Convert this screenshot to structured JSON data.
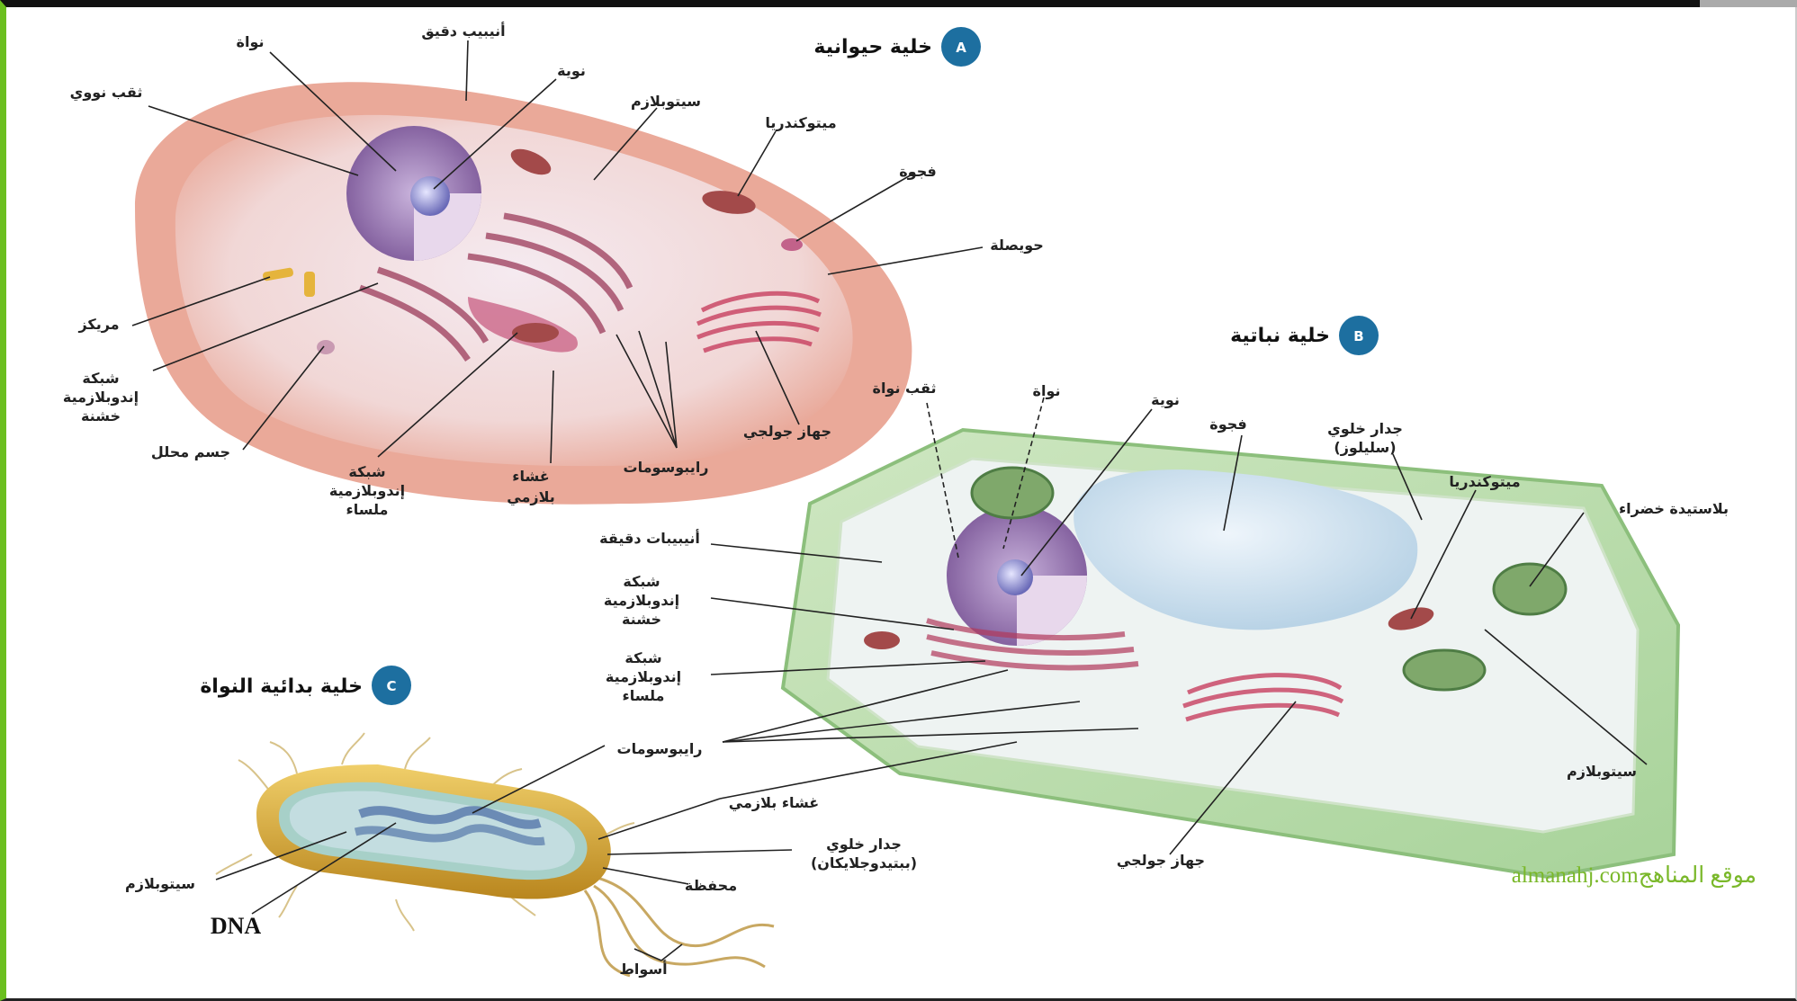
{
  "animal": {
    "badge": "A",
    "title": "خلية حيوانية",
    "labels": {
      "nucleus": "نواة",
      "microtubule": "أنيبيب دقيق",
      "nucleolus": "نوية",
      "nuclear_pore": "ثقب نووي",
      "cytoplasm": "سيتوبلازم",
      "mitochondria": "ميتوكندريا",
      "vacuole": "فجوة",
      "vesicle": "حويصلة",
      "centriole": "مريكز",
      "rough_er_1": "شبكة",
      "rough_er_2": "إندوبلازمية",
      "rough_er_3": "خشنة",
      "lysosome": "جسم محلل",
      "smooth_er_1": "شبكة",
      "smooth_er_2": "إندوبلازمية",
      "smooth_er_3": "ملساء",
      "membrane_1": "غشاء",
      "membrane_2": "بلازمي",
      "ribosomes": "رايبوسومات",
      "golgi": "جهاز جولجي"
    }
  },
  "plant": {
    "badge": "B",
    "title": "خلية نباتية",
    "labels": {
      "nuclear_pore": "ثقب نواة",
      "nucleus": "نواة",
      "nucleolus": "نوية",
      "vacuole": "فجوة",
      "cell_wall_1": "جدار خلوي",
      "cell_wall_2": "(سليلوز)",
      "mitochondria": "ميتوكندريا",
      "chloroplast": "بلاستيدة خضراء",
      "microtubules": "أنيبيبات دقيقة",
      "rough_er_1": "شبكة",
      "rough_er_2": "إندوبلازمية",
      "rough_er_3": "خشنة",
      "smooth_er_1": "شبكة",
      "smooth_er_2": "إندوبلازمية",
      "smooth_er_3": "ملساء",
      "ribosomes": "رايبوسومات",
      "membrane": "غشاء بلازمي",
      "cytoplasm": "سيتوبلازم",
      "golgi": "جهاز جولجي"
    }
  },
  "prokaryote": {
    "badge": "C",
    "title": "خلية بدائية النواة",
    "labels": {
      "cytoplasm": "سيتوبلازم",
      "dna": "DNA",
      "cell_wall_1": "جدار خلوي",
      "cell_wall_2": "(ببتيدوجلايكان)",
      "capsule": "محفظة",
      "flagella": "أسواط"
    }
  },
  "watermark": "almanahj.comموقع المناهج",
  "colors": {
    "badge": "#1d6fa0",
    "animal_cell": "#efc0b4",
    "plant_cell": "#b9dcaa",
    "nucleus": "#8f6ca8",
    "mitochondria": "#a34a4a",
    "bacterium": "#d7a83a",
    "watermark": "#7ab82a"
  }
}
